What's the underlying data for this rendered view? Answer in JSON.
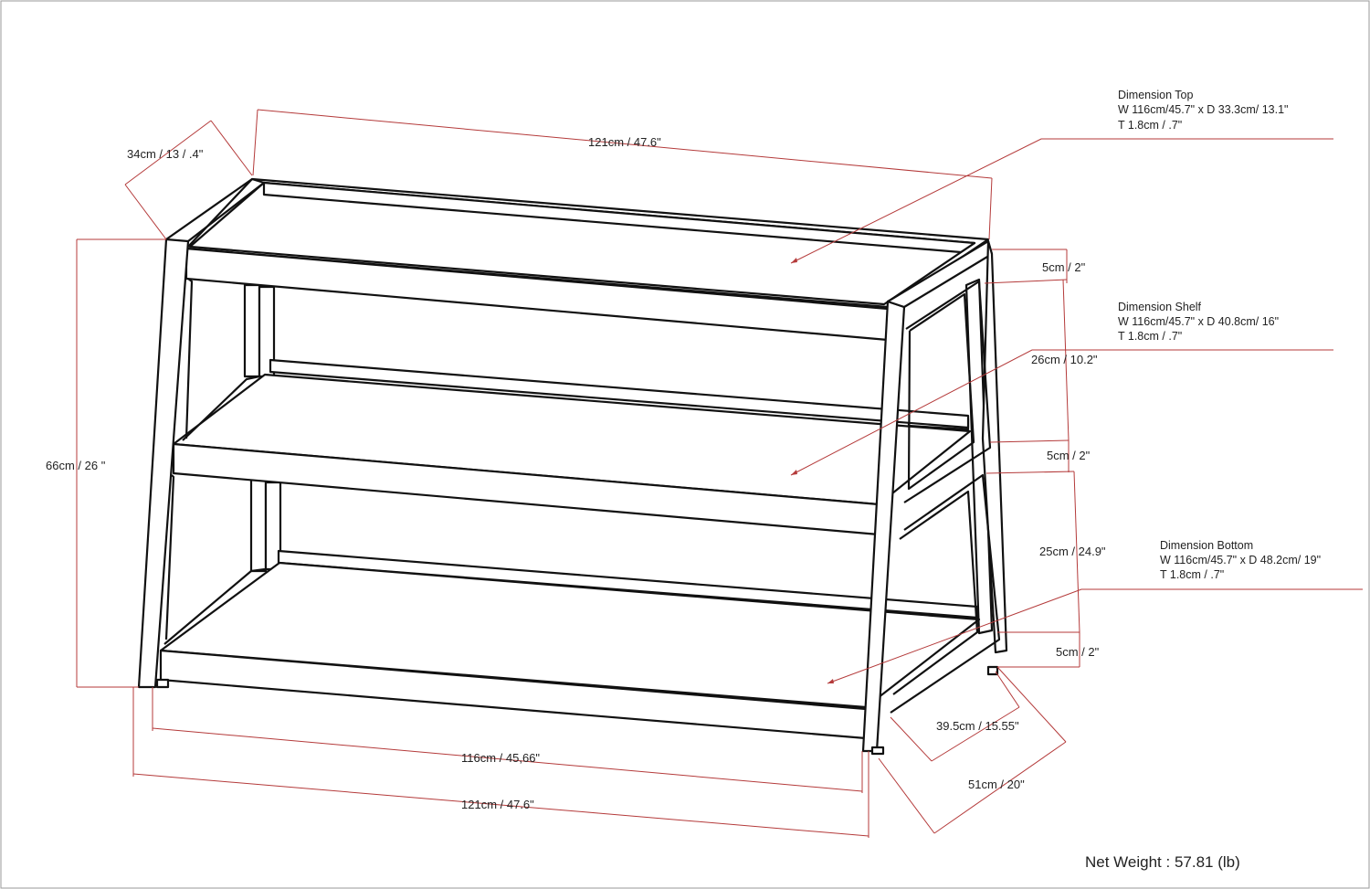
{
  "dimensions": {
    "depth_top": "34cm / 13 / .4\"",
    "width_top": "121cm / 47.6\"",
    "height_total": "66cm / 26 \"",
    "top_thickness": "5cm / 2\"",
    "gap_upper": "26cm / 10.2\"",
    "shelf_thickness": "5cm / 2\"",
    "gap_lower": "25cm / 24.9\"",
    "bottom_thickness": "5cm / 2\"",
    "width_inner": "116cm / 45,66\"",
    "width_bottom": "121cm / 47.6\"",
    "depth_inner": "39.5cm / 15.55\"",
    "depth_bottom": "51cm  / 20\""
  },
  "callouts": {
    "top": {
      "title": "Dimension    Top",
      "line1": "W 116cm/45.7\" x D 33.3cm/ 13.1\"",
      "line2": "T 1.8cm / .7\""
    },
    "shelf": {
      "title": "Dimension    Shelf",
      "line1": "W 116cm/45.7\" x D 40.8cm/ 16\"",
      "line2": "T 1.8cm / .7\""
    },
    "bottom": {
      "title": "Dimension    Bottom",
      "line1": "W 116cm/45.7\" x D 48.2cm/ 19\"",
      "line2": "T 1.8cm / .7\""
    }
  },
  "net_weight": "Net Weight : 57.81 (lb)",
  "colors": {
    "dimension_line": "#b43a3a",
    "frame_line": "#111111"
  }
}
